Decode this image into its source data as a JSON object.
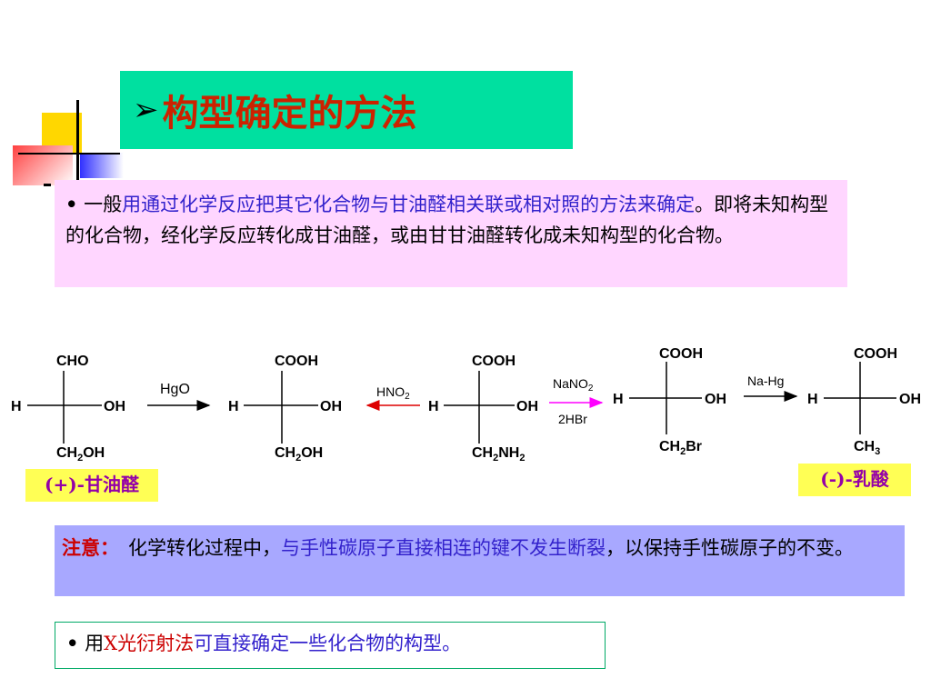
{
  "title": {
    "arrow": "➢",
    "text": "构型确定的方法"
  },
  "intro": {
    "bullet": "•",
    "part1": "一般",
    "part2": "用通过化学反应把其它化合物与甘油醛相关联或相对照的方法来确定",
    "part3": "。即将未知构型的化合物，经化学反应转化成甘油醛，或由甘甘油醛转化成未知构型的化合物。"
  },
  "reaction": {
    "m1": {
      "top": "CHO",
      "left": "H",
      "right": "OH",
      "bottom_main": "CH",
      "bottom_sub": "2",
      "bottom_tail": "OH"
    },
    "a1": {
      "label": "HgO"
    },
    "m2": {
      "top": "COOH",
      "left": "H",
      "right": "OH",
      "bottom_main": "CH",
      "bottom_sub": "2",
      "bottom_tail": "OH"
    },
    "a2": {
      "label_main": "HNO",
      "label_sub": "2"
    },
    "m3": {
      "top": "COOH",
      "left": "H",
      "right": "OH",
      "bottom_main": "CH",
      "bottom_sub": "2",
      "bottom_tail": "NH",
      "bottom_sub2": "2"
    },
    "a3": {
      "top_main": "NaNO",
      "top_sub": "2",
      "bottom": "2HBr"
    },
    "m4": {
      "top": "COOH",
      "left": "H",
      "right": "OH",
      "bottom_main": "CH",
      "bottom_sub": "2",
      "bottom_tail": "Br"
    },
    "a4": {
      "label": "Na-Hg"
    },
    "m5": {
      "top": "COOH",
      "left": "H",
      "right": "OH",
      "bottom_main": "CH",
      "bottom_sub": "3"
    },
    "colors": {
      "hgo_arrow": "#000000",
      "hno2_arrow": "#dd0000",
      "nano2_arrow": "#ff00ff",
      "nahg_arrow": "#000000"
    }
  },
  "labels": {
    "glyceraldehyde": "(+)-甘油醛",
    "lactic": "(-)-乳酸"
  },
  "note": {
    "label": "注意：",
    "part1": "化学转化过程中，",
    "part2": "与手性碳原子直接相连的键不发生断裂",
    "part3": "，以保持手性碳原子的不变。"
  },
  "xray": {
    "bullet": "•",
    "part1": "用",
    "part2": "X光衍射法",
    "part3": "可直接确定一些化合物的构型。"
  }
}
